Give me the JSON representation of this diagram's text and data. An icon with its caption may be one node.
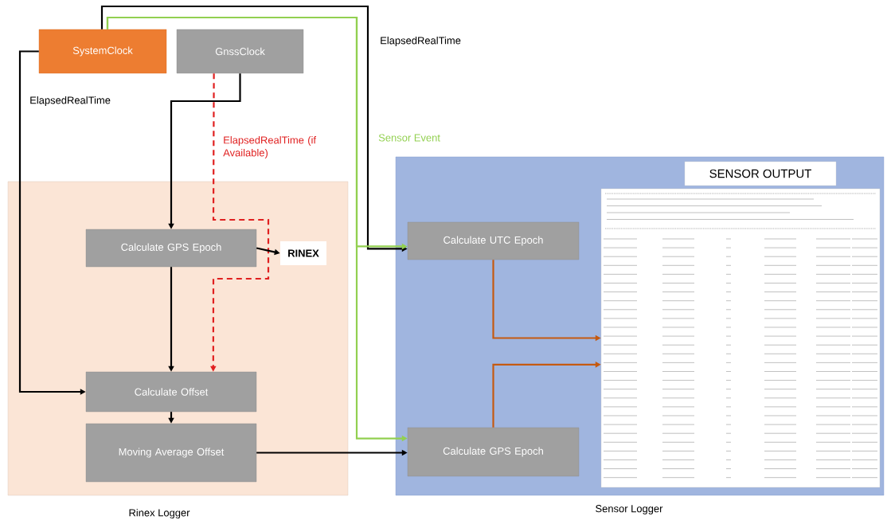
{
  "diagram": {
    "nodes": [
      {
        "text": [
          "Rinex Logger"
        ]
      },
      {
        "text": [
          "Sensor Logger"
        ]
      },
      {
        "text": [
          "SystemClock"
        ]
      },
      {
        "text": [
          "GnssClock"
        ]
      },
      {
        "text": [
          "Calculate GPS Epoch"
        ],
        "in": 0
      },
      {
        "text": [
          "RINEX"
        ],
        "in": 0
      },
      {
        "text": [
          "Calculate Offset"
        ],
        "in": 0
      },
      {
        "text": [
          "Moving Average Offset"
        ],
        "in": 0
      },
      {
        "text": [
          "Calculate UTC Epoch"
        ],
        "in": 1
      },
      {
        "text": [
          "Calculate GPS Epoch"
        ],
        "in": 1
      },
      {
        "text": [],
        "shape": "picture",
        "in": 1,
        "beside": [
          "SENSOR OUTPUT"
        ]
      }
    ],
    "edges": [
      {
        "from": 2,
        "to": 8,
        "arrow": "to",
        "label": "ElapsedRealTime"
      },
      {
        "from": 2,
        "to": 8,
        "arrow": "to",
        "label": "Sensor Event",
        "color": "#92d050"
      },
      {
        "from": 2,
        "to": 9,
        "arrow": "to",
        "color": "#92d050"
      },
      {
        "from": 2,
        "to": 6,
        "arrow": "to",
        "label": "ElapsedRealTime"
      },
      {
        "from": 3,
        "to": 4,
        "arrow": "to"
      },
      {
        "from": 3,
        "to": 6,
        "arrow": "to",
        "label": "ElapsedRealTime (if Available)",
        "style": "dashed",
        "color": "#e02020"
      },
      {
        "from": 4,
        "to": 5,
        "arrow": "to"
      },
      {
        "from": 4,
        "to": 6,
        "arrow": "to"
      },
      {
        "from": 6,
        "to": 7,
        "arrow": "to"
      },
      {
        "from": 7,
        "to": 9,
        "arrow": "to"
      },
      {
        "from": 8,
        "to": 10,
        "arrow": "to",
        "color": "#c55a11"
      },
      {
        "from": 9,
        "to": 10,
        "arrow": "to",
        "color": "#c55a11"
      }
    ]
  }
}
